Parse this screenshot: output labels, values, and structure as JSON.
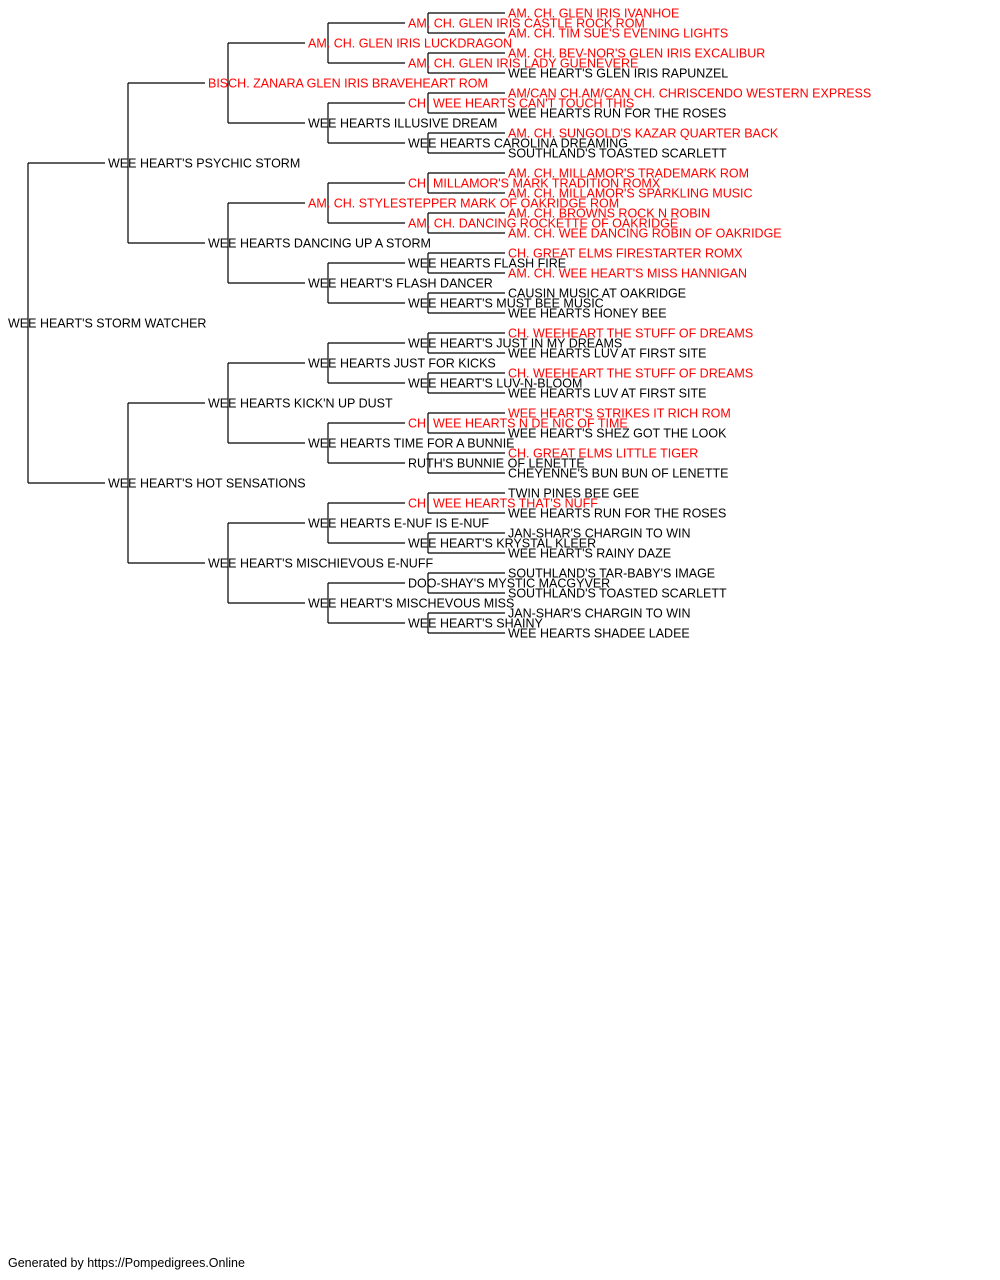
{
  "colors": {
    "line": "#000000",
    "normal_text": "#000000",
    "titled_text": "#ff0000",
    "background": "#ffffff"
  },
  "subject": "WEE HEART'S STORM WATCHER",
  "ancestors": [
    {
      "name": "WEE HEART'S PSYCHIC STORM",
      "titled": false
    },
    {
      "name": "WEE HEART'S HOT SENSATIONS",
      "titled": false
    },
    {
      "name": "BISCH. ZANARA GLEN IRIS BRAVEHEART ROM",
      "titled": true
    },
    {
      "name": "WEE HEARTS DANCING UP A STORM",
      "titled": false
    },
    {
      "name": "WEE HEARTS KICK'N UP DUST",
      "titled": false
    },
    {
      "name": "WEE HEART'S MISCHIEVOUS E-NUFF",
      "titled": false
    },
    {
      "name": "AM. CH. GLEN IRIS LUCKDRAGON",
      "titled": true
    },
    {
      "name": "WEE HEARTS ILLUSIVE DREAM",
      "titled": false
    },
    {
      "name": "AM. CH. STYLESTEPPER MARK OF OAKRIDGE ROM",
      "titled": true
    },
    {
      "name": "WEE HEART'S FLASH DANCER",
      "titled": false
    },
    {
      "name": "WEE HEARTS JUST FOR KICKS",
      "titled": false
    },
    {
      "name": "WEE HEARTS TIME FOR A BUNNIE",
      "titled": false
    },
    {
      "name": "WEE HEARTS E-NUF IS E-NUF",
      "titled": false
    },
    {
      "name": "WEE HEART'S MISCHEVOUS MISS",
      "titled": false
    },
    {
      "name": "AM. CH. GLEN IRIS CASTLE ROCK ROM",
      "titled": true
    },
    {
      "name": "AM. CH. GLEN IRIS LADY GUENEVERE",
      "titled": true
    },
    {
      "name": "CH. WEE HEARTS CAN'T TOUCH THIS",
      "titled": true
    },
    {
      "name": "WEE HEARTS CAROLINA DREAMING",
      "titled": false
    },
    {
      "name": "CH. MILLAMOR'S MARK TRADITION ROMX",
      "titled": true
    },
    {
      "name": "AM. CH. DANCING ROCKETTE OF OAKRIDGE",
      "titled": true
    },
    {
      "name": "WEE HEARTS FLASH FIRE",
      "titled": false
    },
    {
      "name": "WEE HEART'S MUST BEE MUSIC",
      "titled": false
    },
    {
      "name": "WEE HEART'S JUST IN MY DREAMS",
      "titled": false
    },
    {
      "name": "WEE HEART'S LUV-N-BLOOM",
      "titled": false
    },
    {
      "name": "CH. WEE HEARTS N DE NIC OF TIME",
      "titled": true
    },
    {
      "name": "RUTH'S BUNNIE OF LENETTE",
      "titled": false
    },
    {
      "name": "CH. WEE HEARTS THAT'S NUFF",
      "titled": true
    },
    {
      "name": "WEE HEART'S KRYSTAL KLEER",
      "titled": false
    },
    {
      "name": "DOO-SHAY'S MYSTIC MACGYVER",
      "titled": false
    },
    {
      "name": "WEE HEART'S SHAINY",
      "titled": false
    },
    {
      "name": "AM. CH. GLEN IRIS IVANHOE",
      "titled": true
    },
    {
      "name": "AM. CH. TIM SUE'S EVENING LIGHTS",
      "titled": true
    },
    {
      "name": "AM. CH. BEV-NOR'S GLEN IRIS EXCALIBUR",
      "titled": true
    },
    {
      "name": "WEE HEART'S GLEN IRIS RAPUNZEL",
      "titled": false
    },
    {
      "name": "AM/CAN CH.AM/CAN CH. CHRISCENDO WESTERN EXPRESS",
      "titled": true
    },
    {
      "name": "WEE HEARTS RUN FOR THE ROSES",
      "titled": false
    },
    {
      "name": "AM. CH. SUNGOLD'S KAZAR QUARTER BACK",
      "titled": true
    },
    {
      "name": "SOUTHLAND'S TOASTED SCARLETT",
      "titled": false
    },
    {
      "name": "AM. CH. MILLAMOR'S TRADEMARK ROM",
      "titled": true
    },
    {
      "name": "AM. CH. MILLAMOR'S SPARKLING MUSIC",
      "titled": true
    },
    {
      "name": "AM. CH. BROWNS ROCK N ROBIN",
      "titled": true
    },
    {
      "name": "AM. CH. WEE DANCING ROBIN OF OAKRIDGE",
      "titled": true
    },
    {
      "name": "CH. GREAT ELMS FIRESTARTER ROMX",
      "titled": true
    },
    {
      "name": "AM. CH. WEE HEART'S MISS HANNIGAN",
      "titled": true
    },
    {
      "name": "CAUSIN MUSIC AT OAKRIDGE",
      "titled": false
    },
    {
      "name": "WEE HEARTS HONEY BEE",
      "titled": false
    },
    {
      "name": "CH. WEEHEART THE STUFF OF DREAMS",
      "titled": true
    },
    {
      "name": "WEE HEARTS LUV AT FIRST SITE",
      "titled": false
    },
    {
      "name": "CH. WEEHEART THE STUFF OF DREAMS",
      "titled": true
    },
    {
      "name": "WEE HEARTS LUV AT FIRST SITE",
      "titled": false
    },
    {
      "name": "WEE HEART'S STRIKES IT RICH ROM",
      "titled": true
    },
    {
      "name": "WEE HEART'S SHEZ GOT THE LOOK",
      "titled": false
    },
    {
      "name": "CH. GREAT ELMS LITTLE TIGER",
      "titled": true
    },
    {
      "name": "CHEYENNE'S BUN BUN OF LENETTE",
      "titled": false
    },
    {
      "name": "TWIN PINES BEE GEE",
      "titled": false
    },
    {
      "name": "WEE HEARTS RUN FOR THE ROSES",
      "titled": false
    },
    {
      "name": "JAN-SHAR'S CHARGIN TO WIN",
      "titled": false
    },
    {
      "name": "WEE HEART'S RAINY DAZE",
      "titled": false
    },
    {
      "name": "SOUTHLAND'S TAR-BABY'S IMAGE",
      "titled": false
    },
    {
      "name": "SOUTHLAND'S TOASTED SCARLETT",
      "titled": false
    },
    {
      "name": "JAN-SHAR'S CHARGIN TO WIN",
      "titled": false
    },
    {
      "name": "WEE HEARTS SHADEE LADEE",
      "titled": false
    }
  ],
  "footer": "Generated by https://Pompedigrees.Online"
}
